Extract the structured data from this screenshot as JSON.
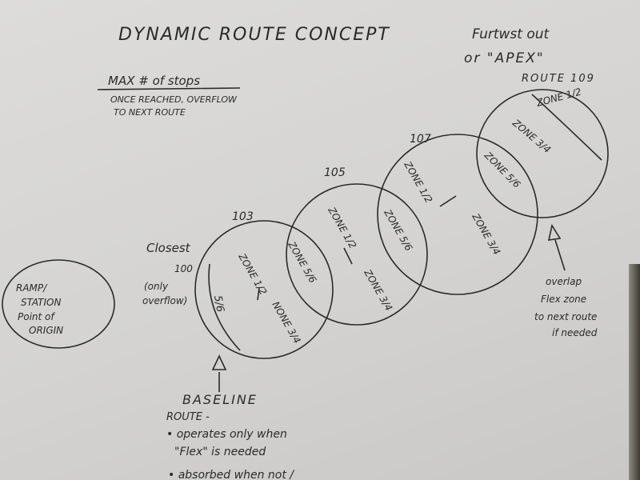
{
  "title": "DYNAMIC ROUTE CONCEPT",
  "max_stops": {
    "heading": "MAX # of stops",
    "line1": "ONCE REACHED, OVERFLOW",
    "line2": "TO NEXT ROUTE"
  },
  "apex": {
    "line1": "Furtwst out",
    "line2": "or \"APEX\""
  },
  "origin": {
    "line1": "RAMP/",
    "line2": "STATION",
    "line3": "Point of",
    "line4": "ORIGIN"
  },
  "closest": {
    "label": "Closest",
    "route": "100",
    "note1": "(only",
    "note2": "overflow)"
  },
  "routes": [
    {
      "id": "103",
      "zones": [
        "ZONE 1/2",
        "5/6",
        "ZONE 5/6",
        "NONE 3/4"
      ]
    },
    {
      "id": "105",
      "zones": [
        "ZONE 1/2",
        "ZONE 3/4"
      ]
    },
    {
      "id": "107",
      "zones": [
        "ZONE 1/2",
        "ZONE 5/6",
        "ZONE 3/4"
      ]
    },
    {
      "id": "ROUTE 109",
      "zones": [
        "ZONE 1/2",
        "ZONE 3/4",
        "ZONE 5/6"
      ]
    }
  ],
  "overlap": {
    "line1": "overlap",
    "line2": "Flex zone",
    "line3": "to next route",
    "line4": "if needed"
  },
  "baseline": {
    "heading": "BASELINE",
    "sub": "ROUTE -",
    "bullet1a": "• operates only when",
    "bullet1b": "\"Flex\" is needed",
    "bullet2": "• absorbed when not /"
  }
}
